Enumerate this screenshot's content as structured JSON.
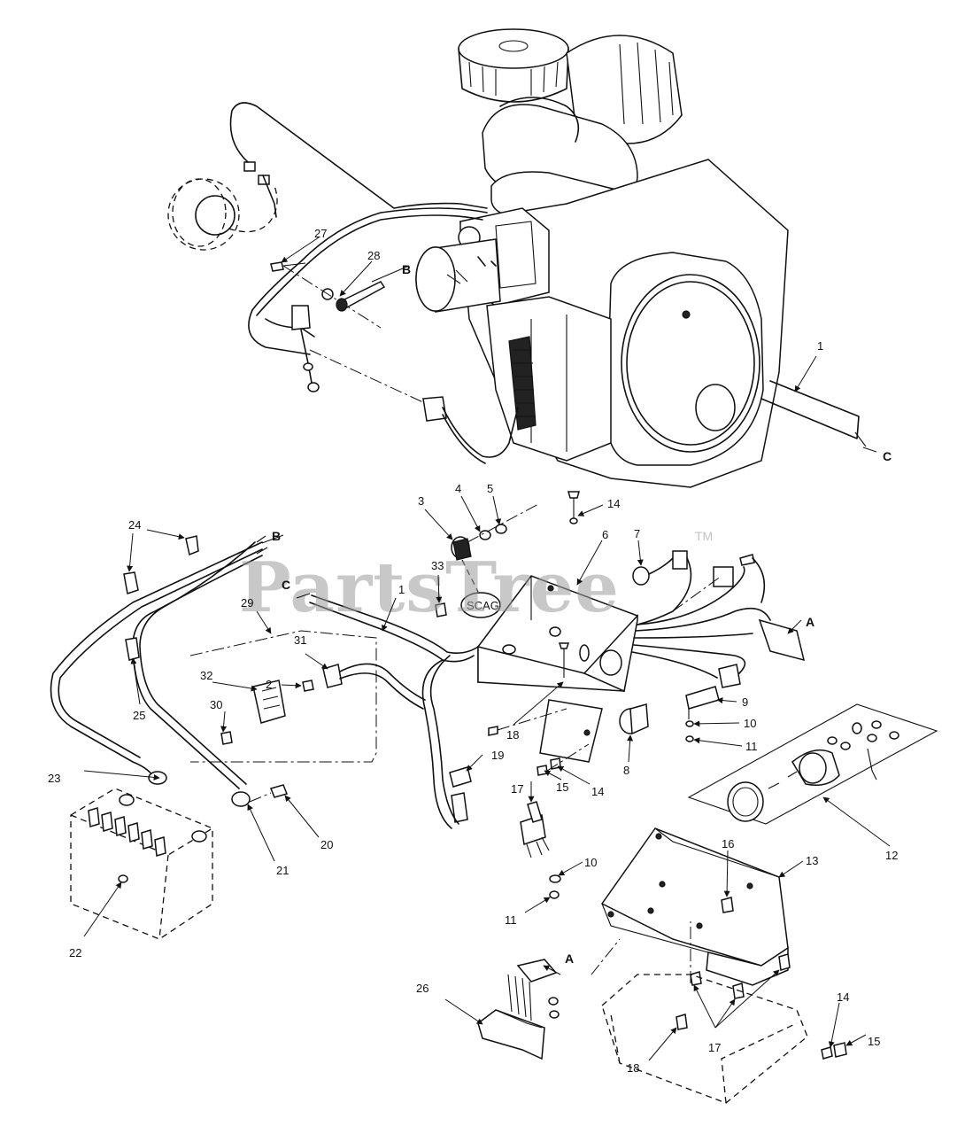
{
  "watermark": {
    "text": "PartsTree",
    "trademark": "TM"
  },
  "reference_letters": [
    "A",
    "B",
    "C"
  ],
  "callouts": [
    "1",
    "2",
    "3",
    "4",
    "5",
    "6",
    "7",
    "8",
    "9",
    "10",
    "11",
    "12",
    "13",
    "14",
    "15",
    "16",
    "17",
    "18",
    "19",
    "20",
    "21",
    "22",
    "23",
    "24",
    "25",
    "26",
    "27",
    "28",
    "29",
    "30",
    "31",
    "32",
    "33"
  ],
  "colors": {
    "line": "#111111",
    "background": "#ffffff",
    "watermark": "#9a9a9a"
  }
}
